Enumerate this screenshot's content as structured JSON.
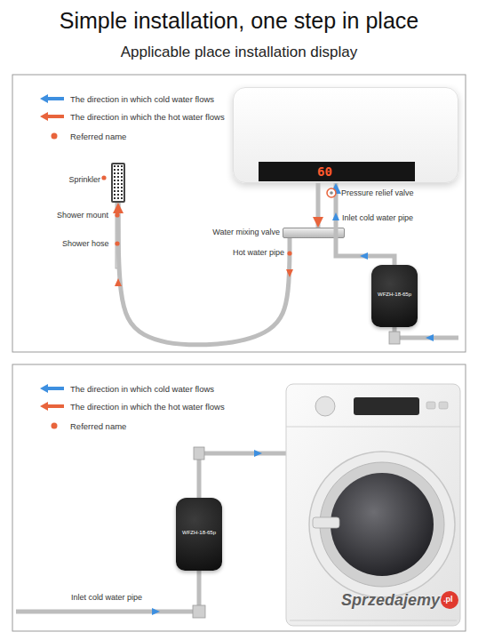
{
  "diagram": {
    "title": "Simple installation, one step in place",
    "nodes": [
      {
        "text": [
          "60"
        ]
      },
      {
        "text": [
          "Sprinkler"
        ]
      },
      {
        "text": [
          "Water mixing valve"
        ]
      },
      {
        "text": [
          "WFZH-18-65p"
        ]
      },
      {
        "text": [
          "WFZH-18-65p"
        ]
      }
    ],
    "edges": [
      {
        "from": 3,
        "to": 0,
        "arrow": "to"
      },
      {
        "from": 0,
        "to": 2,
        "arrow": "to"
      },
      {
        "from": 2,
        "to": 1,
        "arrow": "to"
      }
    ],
    "labels": [
      "Applicable place installation display",
      "Shower mount",
      "Shower hose",
      "Hot water pipe",
      "Pressure relief valve",
      "Inlet cold water pipe",
      "Inlet cold water pipe",
      "Sprzedajemy",
      ".pl"
    ],
    "legend": [
      {
        "text": "The direction in which cold water flows",
        "color": "#3d8fe0"
      },
      {
        "text": "The direction in which the hot water flows",
        "color": "#e8643c"
      },
      {
        "text": "Referred name",
        "color": "#e8643c"
      },
      {
        "text": "The direction in which cold water flows",
        "color": "#3d8fe0"
      },
      {
        "text": "The direction in which the hot water flows",
        "color": "#e8643c"
      },
      {
        "text": "Referred name",
        "color": "#e8643c"
      }
    ]
  }
}
